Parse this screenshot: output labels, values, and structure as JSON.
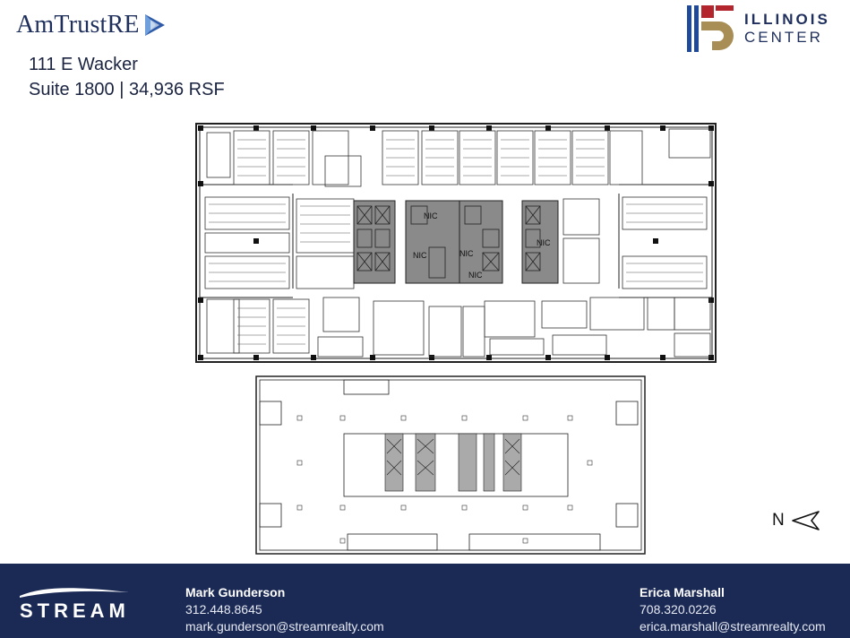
{
  "header": {
    "brand_logo_text": "AmTrustRE",
    "address_line1": "111 E Wacker",
    "address_line2": "Suite 1800  |  34,936 RSF",
    "partner_logo_line1": "ILLINOIS",
    "partner_logo_line2": "CENTER"
  },
  "floorplan": {
    "core_labels": [
      "NIC",
      "NIC",
      "NIC",
      "NIC",
      "NIC"
    ]
  },
  "compass": {
    "label": "N"
  },
  "footer": {
    "brand": "STREAM",
    "contacts": [
      {
        "name": "Mark Gunderson",
        "phone": "312.448.8645",
        "email": "mark.gunderson@streamrealty.com"
      },
      {
        "name": "Erica Marshall",
        "phone": "708.320.0226",
        "email": "erica.marshall@streamrealty.com"
      }
    ]
  },
  "colors": {
    "navy": "#1b2a55",
    "brand_blue": "#1f2f5c",
    "accent_red": "#b3262d",
    "accent_gold": "#a88d55",
    "core_gray": "#8a8a8a"
  }
}
